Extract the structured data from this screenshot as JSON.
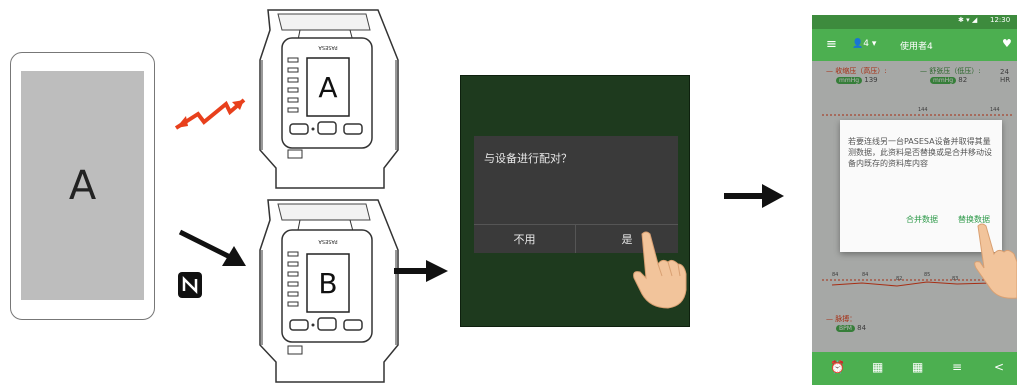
{
  "phone": {
    "letter": "A"
  },
  "device_top": {
    "letter": "A",
    "brand": "PASESA"
  },
  "device_bottom": {
    "letter": "B",
    "brand": "PASESA"
  },
  "pair_dialog": {
    "question": "与设备进行配对？",
    "no_label": "不用",
    "yes_label": "是"
  },
  "app": {
    "status_time": "12:30",
    "user_count": "4",
    "user_title": "使用者4",
    "systolic_label": "— 收缩压（高压）:",
    "systolic_value": "139",
    "diastolic_label": "— 舒张压（低压）:",
    "diastolic_value": "82",
    "range_label": "24 HR",
    "dialog_message": "若要连线另一台PASESA设备并取得其量测数据，此资料是否替换或是合并移动设备内既存的资料库内容",
    "merge_label": "合并数据",
    "replace_label": "替换数据",
    "pulse_label": "— 脉搏：",
    "pulse_value": "84",
    "pulse_readings": [
      "84",
      "84",
      "82",
      "85",
      "83"
    ],
    "mid_readings": [
      "144",
      "144"
    ],
    "unit_badge": "mmHg",
    "pulse_badge": "BPM"
  },
  "colors": {
    "accent": "#e8401c",
    "app_green": "#4caf50",
    "dialog_bg": "#1e3a1e",
    "action_green": "#2e9a4a",
    "systolic": "#e8401c",
    "diastolic": "#3a8a3a"
  }
}
